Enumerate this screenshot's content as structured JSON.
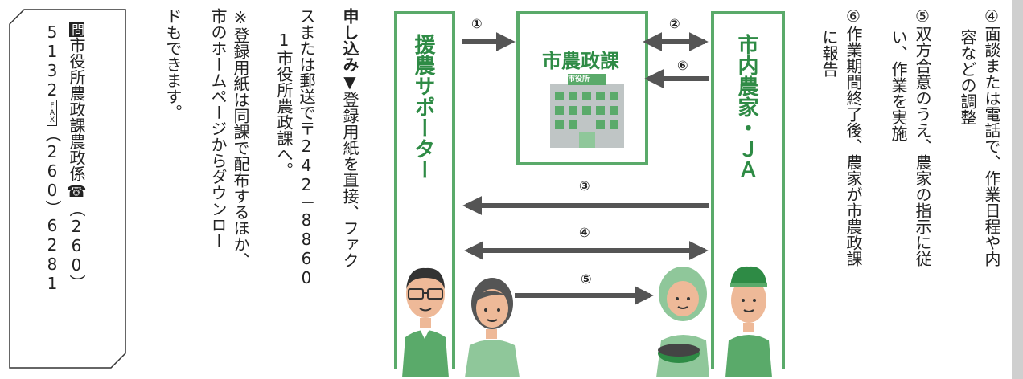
{
  "contact": {
    "tag_inquiry": "問",
    "line1_text": "市役所農政課農政係",
    "phone_icon": "☎",
    "line1_tail": "（260）",
    "line2_head": "5132",
    "tag_fax": "FAX",
    "line2_text": "（260）6281"
  },
  "application": {
    "lines": [
      "ドもできます。",
      "市のホームページからダウンロー",
      "※登録用紙は同課で配布するほか、",
      "1市役所農政課へ。",
      "スまたは郵送で〒242－8860"
    ],
    "first_bold": "申し込み",
    "first_rest": "▼登録用紙を直接、ファク"
  },
  "diagram": {
    "left_box": "援農サポーター",
    "center_box": "市農政課",
    "building_sign": "市役所",
    "right_box": "市内農家・ＪＡ",
    "arrows": [
      "①",
      "②",
      "⑥",
      "③",
      "④",
      "⑤"
    ]
  },
  "steps": {
    "lines": [
      "④面談または電話で、作業日程や内",
      "容などの調整",
      "⑤双方合意のうえ、農家の指示に従",
      "い、作業を実施",
      "⑥作業期間終了後、農家が市農政課",
      "に報告"
    ]
  },
  "colors": {
    "green": "#5aaa6a",
    "dark_green": "#2e8b45",
    "arrow": "#555555"
  }
}
